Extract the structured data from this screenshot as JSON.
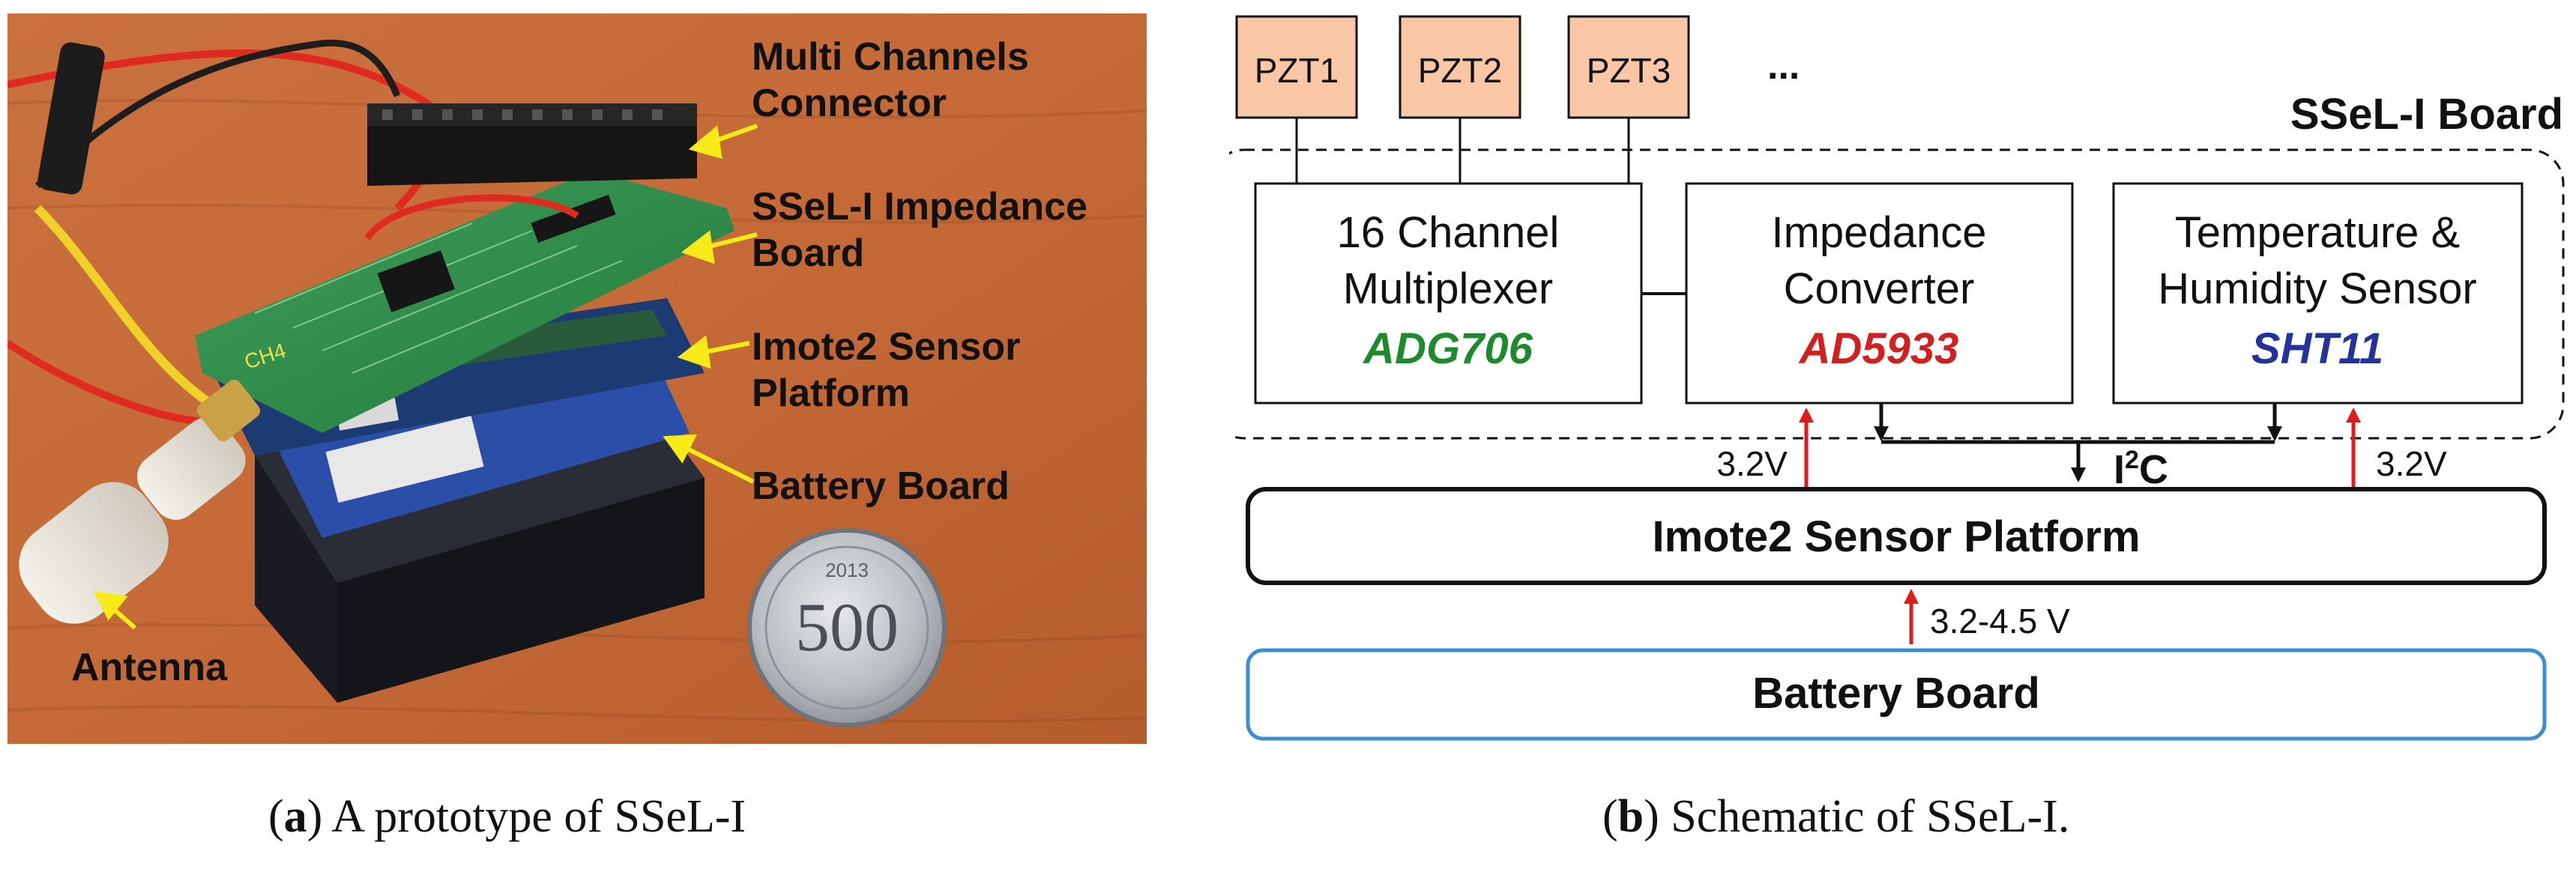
{
  "photo": {
    "labels": {
      "connector_line1": "Multi Channels",
      "connector_line2": "Connector",
      "impedance_line1": "SSeL-I Impedance",
      "impedance_line2": "Board",
      "imote_line1": "Imote2 Sensor",
      "imote_line2": "Platform",
      "battery": "Battery Board",
      "antenna": "Antenna"
    },
    "board_mark": "CH4",
    "coin": {
      "value": "500",
      "year": "2013"
    }
  },
  "schematic": {
    "pzt": [
      "PZT1",
      "PZT2",
      "PZT3"
    ],
    "ellipsis": "...",
    "board_title": "SSeL-I Board",
    "blocks": {
      "mux": {
        "line1": "16 Channel",
        "line2": "Multiplexer",
        "part": "ADG706"
      },
      "converter": {
        "line1": "Impedance",
        "line2": "Converter",
        "part": "AD5933"
      },
      "sensor": {
        "line1": "Temperature &",
        "line2": "Humidity Sensor",
        "part": "SHT11"
      }
    },
    "bus": {
      "main": "I",
      "sup": "2",
      "tail": "C"
    },
    "voltage_left": "3.2V",
    "voltage_right": "3.2V",
    "voltage_battery": "3.2-4.5 V",
    "platform": "Imote2 Sensor Platform",
    "battery": "Battery Board",
    "colors": {
      "adg": "#1f8a2c",
      "ad": "#d21f1f",
      "sht": "#23339a",
      "arrow_red": "#e01b1b",
      "pzt_fill": "#f9c7a6"
    }
  },
  "captions": {
    "a": {
      "label": "a",
      "text": "A prototype of SSeL-I"
    },
    "b": {
      "label": "b",
      "text": "Schematic of SSeL-I."
    }
  }
}
